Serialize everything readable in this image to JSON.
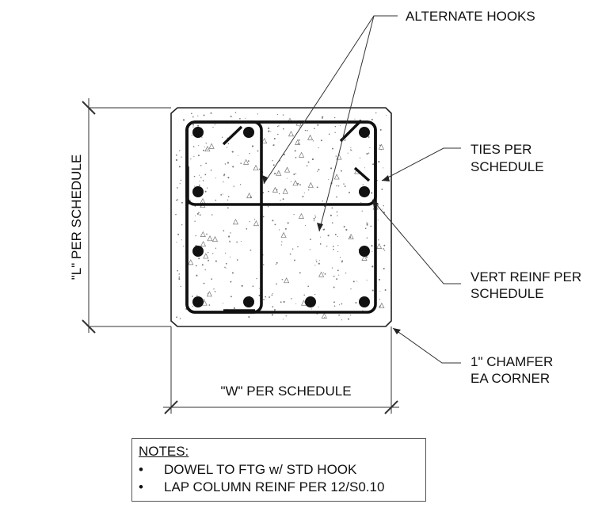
{
  "labels": {
    "alternate_hooks": "ALTERNATE HOOKS",
    "ties_per_schedule": [
      "TIES PER",
      "SCHEDULE"
    ],
    "vert_reinf": [
      "VERT REINF PER",
      "SCHEDULE"
    ],
    "chamfer": [
      "1\" CHAMFER",
      "EA CORNER"
    ],
    "width_dim": "\"W\" PER SCHEDULE",
    "length_dim": "\"L\" PER SCHEDULE"
  },
  "notes": {
    "title": "NOTES:",
    "items": [
      {
        "bullet": "•",
        "text": "DOWEL TO FTG w/ STD HOOK"
      },
      {
        "bullet": "•",
        "text": "LAP COLUMN REINF PER 12/S0.10"
      }
    ]
  }
}
